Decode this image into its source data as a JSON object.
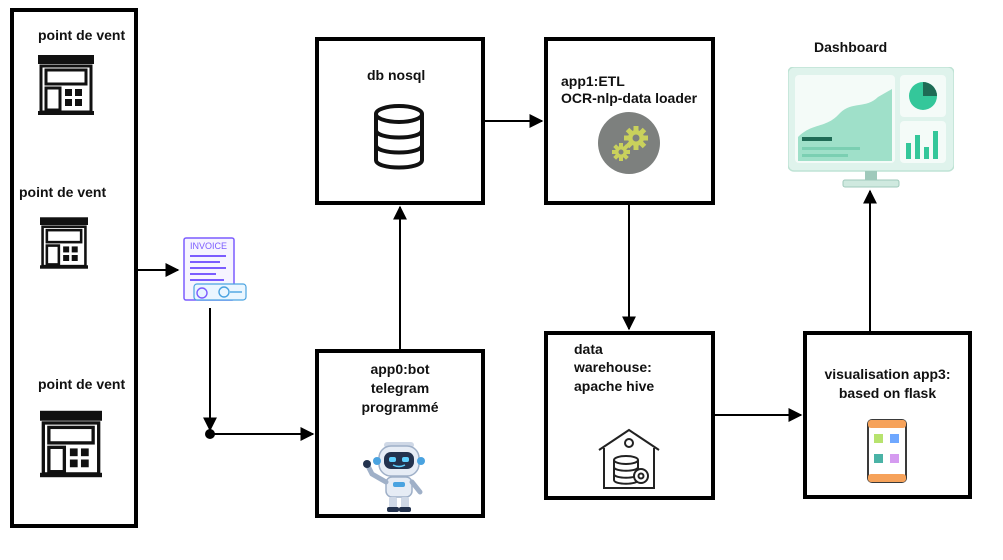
{
  "stores": {
    "labels": [
      "point de vent",
      "point de vent",
      "point de vent"
    ],
    "icon": "store-icon"
  },
  "invoice": {
    "label": "INVOICE",
    "icon": "invoice-icon"
  },
  "db": {
    "label": "db nosql",
    "icon": "database-icon"
  },
  "app1": {
    "line1": "app1:ETL",
    "line2": "OCR-nlp-data loader",
    "icon": "gears-icon"
  },
  "dashboard": {
    "label": "Dashboard",
    "icon": "dashboard-monitor-icon"
  },
  "app0": {
    "line1": "app0:bot",
    "line2": "telegram",
    "line3": "programmé",
    "icon": "robot-icon"
  },
  "warehouse": {
    "line1": "data",
    "line2": "warehouse:",
    "line3": "apache hive",
    "icon": "warehouse-icon"
  },
  "app3": {
    "line1": "visualisation app3:",
    "line2": "based on flask",
    "icon": "mobile-app-icon"
  },
  "colors": {
    "stroke": "#000000",
    "dashboard_accent": "#34c79a",
    "invoice_accent": "#7b5cff"
  }
}
